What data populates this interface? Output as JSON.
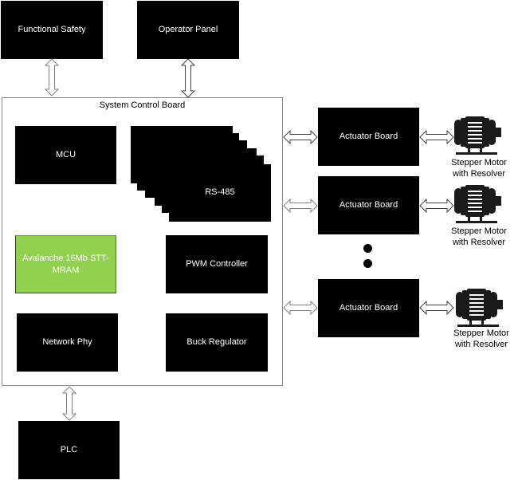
{
  "diagram": {
    "top_blocks": [
      {
        "label": "Functional Safety"
      },
      {
        "label": "Operator Panel"
      }
    ],
    "system_board": {
      "title": "System Control Board",
      "components": {
        "mcu": "MCU",
        "rs485": "RS-485",
        "mram": "Avalanche 16Mb STT-MRAM",
        "pwm": "PWM Controller",
        "network_phy": "Network Phy",
        "buck": "Buck Regulator"
      },
      "rs485_stack_count": 6
    },
    "plc": {
      "label": "PLC"
    },
    "actuators": [
      {
        "label": "Actuator Board",
        "motor_label_line1": "Stepper Motor",
        "motor_label_line2": "with Resolver"
      },
      {
        "label": "Actuator Board",
        "motor_label_line1": "Stepper Motor",
        "motor_label_line2": "with Resolver"
      },
      {
        "label": "Actuator Board",
        "motor_label_line1": "Stepper Motor",
        "motor_label_line2": "with Resolver"
      }
    ],
    "ellipsis": "vertical-dots",
    "colors": {
      "block": "#000000",
      "block_text": "#ffffff",
      "mram_fill": "#92d050",
      "board_border": "#8c8c8c"
    },
    "icons": {
      "motor": "stepper-motor-icon",
      "connector": "double-arrow-icon"
    }
  }
}
